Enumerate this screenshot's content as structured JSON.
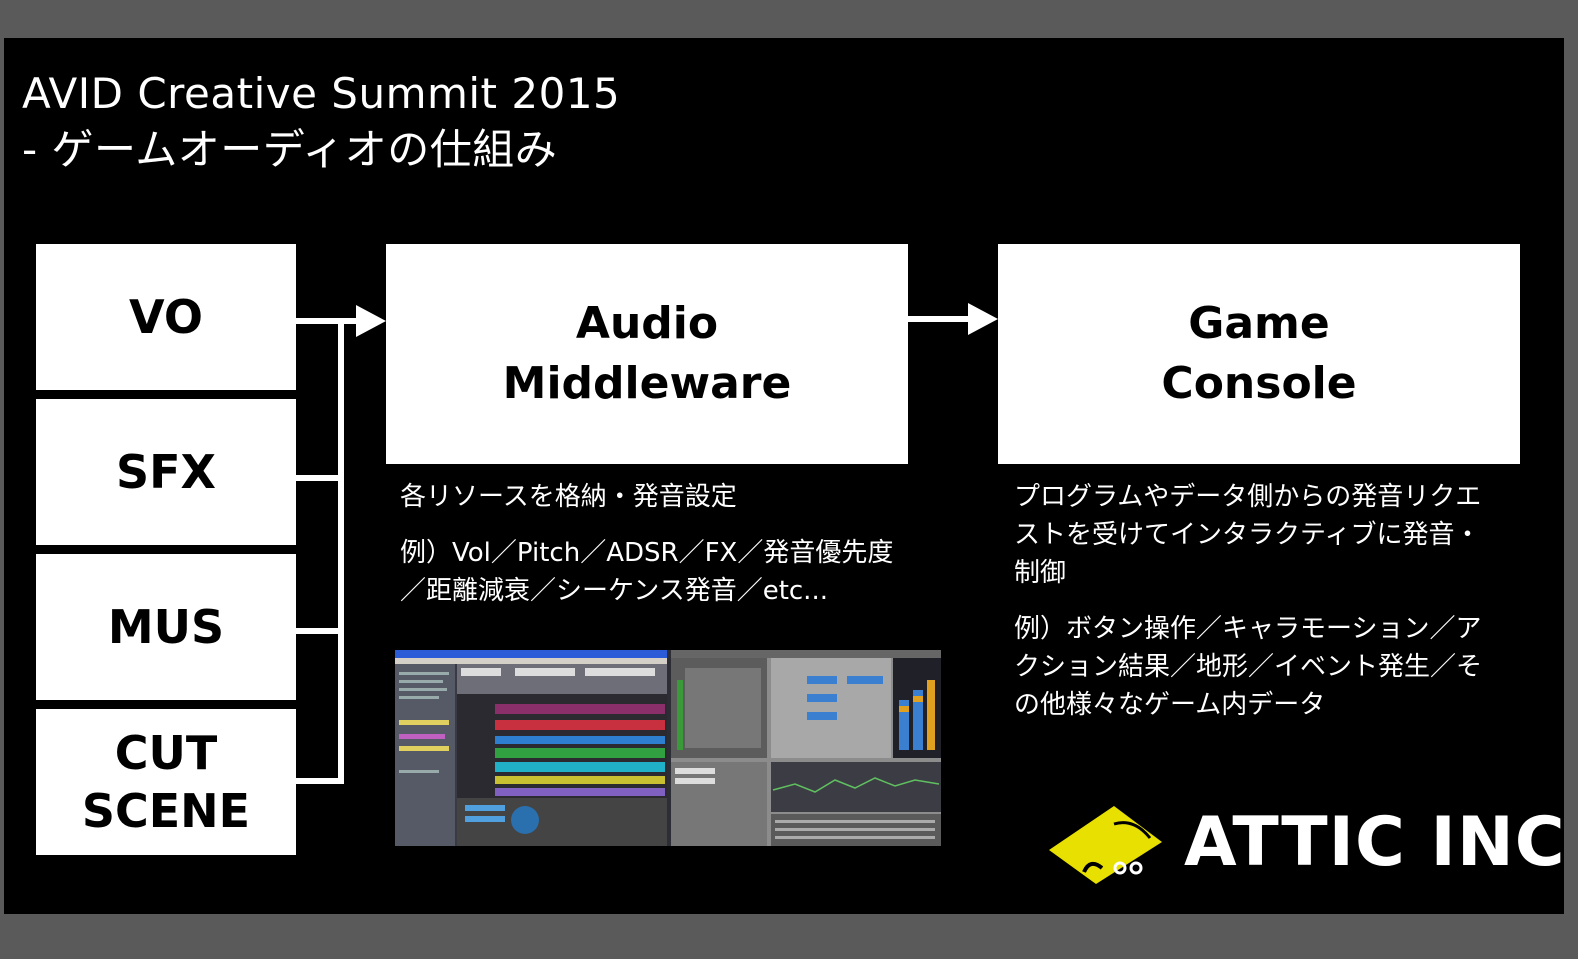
{
  "title": {
    "line1": "AVID Creative Summit 2015",
    "line2": "- ゲームオーディオの仕組み"
  },
  "sources": [
    {
      "label": "VO"
    },
    {
      "label": "SFX"
    },
    {
      "label": "MUS"
    },
    {
      "label_line1": "CUT",
      "label_line2": "SCENE"
    }
  ],
  "middleware": {
    "line1": "Audio",
    "line2": "Middleware",
    "desc1": "各リソースを格納・発音設定",
    "desc2a": "例）Vol／Pitch／ADSR／FX／発音優先度",
    "desc2b": "／距離減衰／シーケンス発音／etc..."
  },
  "console": {
    "line1": "Game",
    "line2": "Console",
    "desc1a": "プログラムやデータ側からの発音リクエ",
    "desc1b": "ストを受けてインタラクティブに発音・",
    "desc1c": "制御",
    "desc2a": "例）ボタン操作／キャラモーション／ア",
    "desc2b": "クション結果／地形／イベント発生／そ",
    "desc2c": "の他様々なゲーム内データ"
  },
  "logo": {
    "text": "ATTIC INC",
    "accent": "#e6007e",
    "mark_color": "#e8e000"
  },
  "colors": {
    "background": "#000000",
    "box": "#ffffff",
    "frame": "#5a5a5a"
  }
}
